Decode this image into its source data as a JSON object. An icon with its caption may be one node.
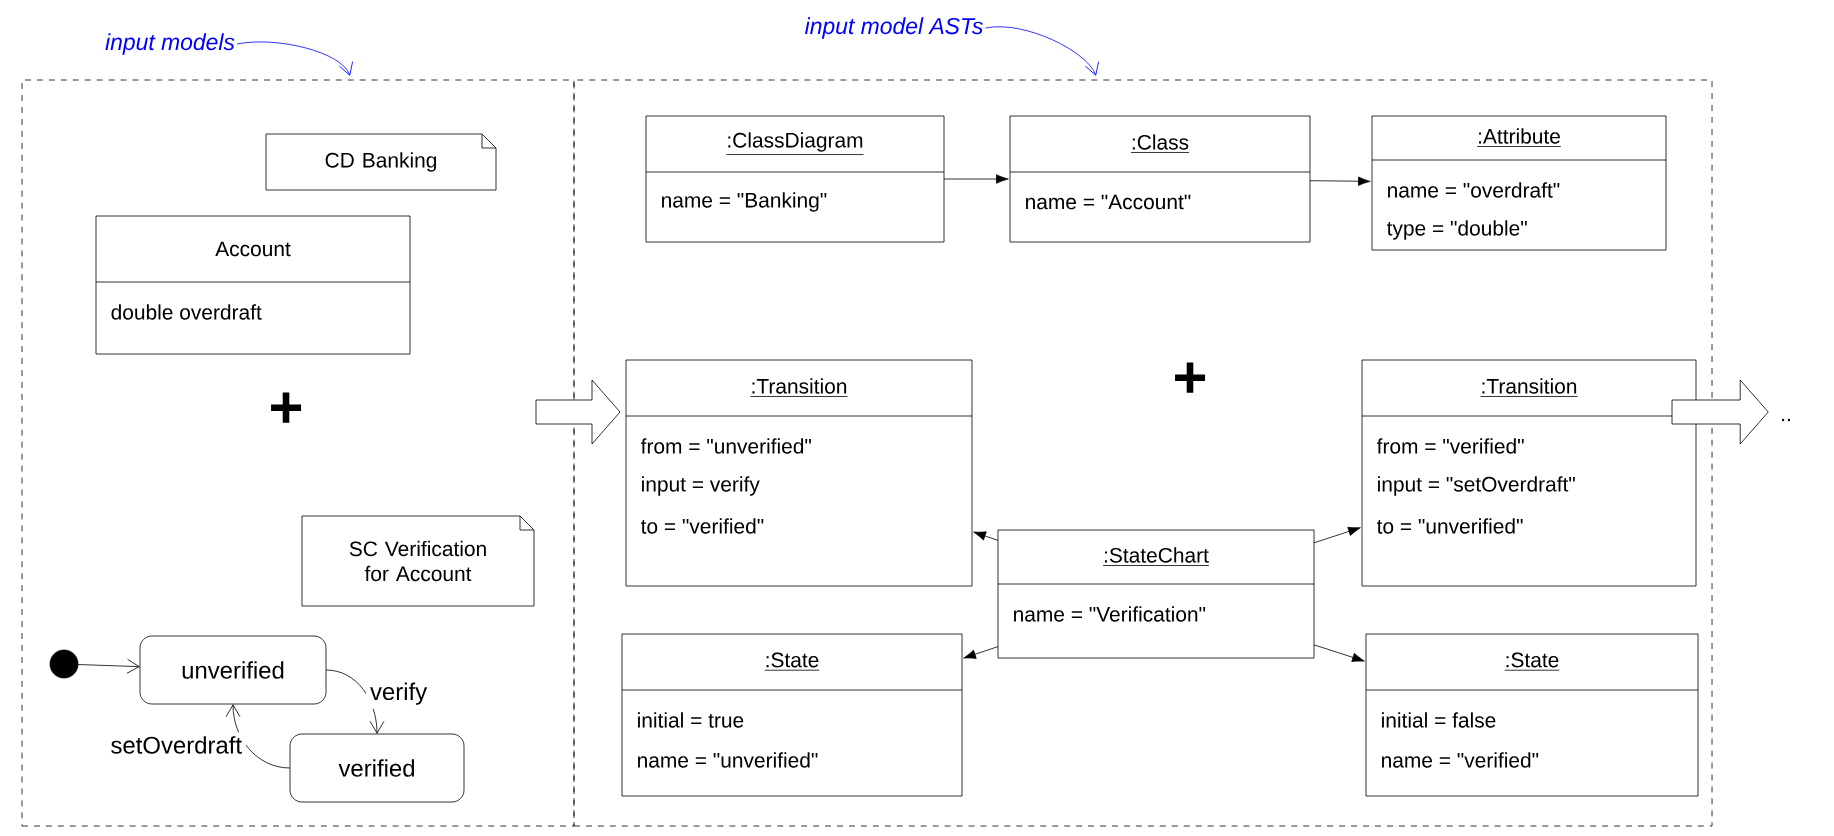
{
  "diagram": {
    "nodes": [
      {
        "text": [
          "input models"
        ]
      },
      {
        "text": [],
        "shape": "box"
      },
      {
        "text": [
          "input model ASTs"
        ]
      },
      {
        "text": [],
        "shape": "box"
      },
      {
        "text": [
          "CD Banking"
        ],
        "in": 1
      },
      {
        "text": [
          "Account",
          "double overdraft"
        ],
        "in": 1
      },
      {
        "text": [
          "SC Verification for Account"
        ],
        "in": 1
      },
      {
        "text": [],
        "shape": "circle",
        "in": 1
      },
      {
        "text": [
          "unverified"
        ],
        "in": 1
      },
      {
        "text": [
          "verified"
        ],
        "in": 1
      },
      {
        "text": [
          ":ClassDiagram",
          "name = \"Banking\""
        ],
        "in": 3
      },
      {
        "text": [
          ":Class",
          "name = \"Account\""
        ],
        "in": 3
      },
      {
        "text": [
          ":Attribute",
          "name = \"overdraft\"",
          "type = \"double\""
        ],
        "in": 3
      },
      {
        "text": [
          ":Transition",
          "from = \"unverified\"",
          "input = verify",
          "to = \"verified\""
        ],
        "in": 3
      },
      {
        "text": [
          ":StateChart",
          "name = \"Verification\""
        ],
        "in": 3
      },
      {
        "text": [
          ":Transition",
          "from = \"verified\"",
          "input = \"setOverdraft\"",
          "to = \"unverified\""
        ],
        "in": 3
      },
      {
        "text": [
          ":State",
          "initial = true",
          "name = \"unverified\""
        ],
        "in": 3
      },
      {
        "text": [
          ":State",
          "initial = false",
          "name = \"verified\""
        ],
        "in": 3
      },
      {
        "text": [
          ".."
        ]
      }
    ],
    "edges": [
      {
        "from": 0,
        "to": 1,
        "arrow": "to",
        "color": "#0000ff"
      },
      {
        "from": 2,
        "to": 3,
        "arrow": "to",
        "color": "#0000ff"
      },
      {
        "from": 1,
        "to": 3,
        "arrow": "to",
        "style": "thick"
      },
      {
        "from": 3,
        "to": 18,
        "arrow": "to",
        "style": "thick"
      },
      {
        "from": 7,
        "to": 8,
        "arrow": "to"
      },
      {
        "from": 8,
        "to": 9,
        "arrow": "to",
        "label": "verify"
      },
      {
        "from": 9,
        "to": 8,
        "arrow": "to",
        "label": "setOverdraft"
      },
      {
        "from": 10,
        "to": 11,
        "arrow": "to"
      },
      {
        "from": 11,
        "to": 12,
        "arrow": "to"
      },
      {
        "from": 14,
        "to": 13,
        "arrow": "to"
      },
      {
        "from": 14,
        "to": 15,
        "arrow": "to"
      },
      {
        "from": 14,
        "to": 16,
        "arrow": "to"
      },
      {
        "from": 14,
        "to": 17,
        "arrow": "to"
      }
    ],
    "labels": [
      "+",
      "+"
    ]
  }
}
